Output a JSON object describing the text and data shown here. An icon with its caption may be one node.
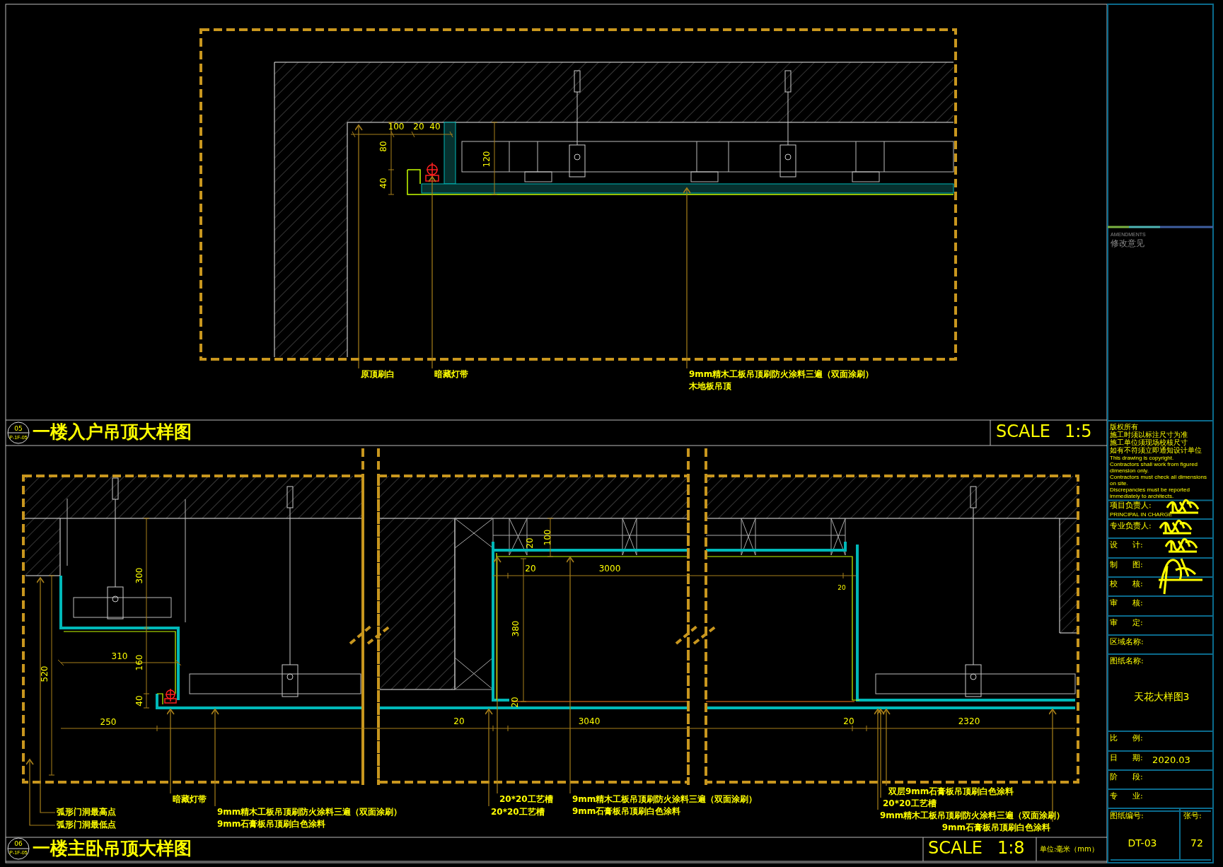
{
  "diagram": {
    "nodes": [
      {
        "text": [
          "原顶刷白"
        ]
      },
      {
        "text": [
          "暗藏灯带"
        ]
      },
      {
        "text": [
          "9mm精木工板吊顶刷防火涂料三遍（双面涂刷）",
          "木地板吊顶"
        ]
      },
      {
        "text": [
          "弧形门洞最高点"
        ]
      },
      {
        "text": [
          "弧形门洞最低点"
        ]
      },
      {
        "text": [
          "暗藏灯带"
        ]
      },
      {
        "text": [
          "9mm精木工板吊顶刷防火涂料三遍（双面涂刷）",
          "9mm石膏板吊顶刷白色涂料"
        ]
      },
      {
        "text": [
          "20*20工艺槽"
        ]
      },
      {
        "text": [
          "20*20工艺槽"
        ]
      },
      {
        "text": [
          "9mm精木工板吊顶刷防火涂料三遍（双面涂刷）",
          "9mm石膏板吊顶刷白色涂料"
        ]
      },
      {
        "text": [
          "双层9mm石膏板吊顶刷白色涂料"
        ]
      },
      {
        "text": [
          "20*20工艺槽"
        ]
      },
      {
        "text": [
          "9mm精木工板吊顶刷防火涂料三遍（双面涂刷）"
        ]
      },
      {
        "text": [
          "9mm石膏板吊顶刷白色涂料"
        ]
      }
    ],
    "edges": [
      {
        "from": 0,
        "to": null,
        "arrow": "to"
      },
      {
        "from": 1,
        "to": null,
        "arrow": "to"
      },
      {
        "from": 2,
        "to": null,
        "arrow": "to"
      },
      {
        "from": 3,
        "to": null,
        "arrow": "to"
      },
      {
        "from": 4,
        "to": null,
        "arrow": "to"
      },
      {
        "from": 5,
        "to": null,
        "arrow": "to"
      },
      {
        "from": 6,
        "to": null,
        "arrow": "to"
      },
      {
        "from": 7,
        "to": null,
        "arrow": "to"
      },
      {
        "from": 8,
        "to": null,
        "arrow": "to"
      },
      {
        "from": 9,
        "to": null,
        "arrow": "to"
      },
      {
        "from": 10,
        "to": null,
        "arrow": "to"
      },
      {
        "from": 11,
        "to": null,
        "arrow": "to"
      },
      {
        "from": 12,
        "to": null,
        "arrow": "to"
      },
      {
        "from": 13,
        "to": null,
        "arrow": "to"
      }
    ],
    "labels": [
      "100",
      "20",
      "40",
      "80",
      "40",
      "120",
      "05",
      "P-1F-05",
      "一楼入户吊顶大样图",
      "SCALE",
      "1:5",
      "300",
      "310",
      "160",
      "520",
      "40",
      "250",
      "100",
      "20",
      "20",
      "3000",
      "20",
      "380",
      "20",
      "20",
      "3040",
      "20",
      "2320",
      "06",
      "P-1F-05",
      "一楼主卧吊顶大样图",
      "SCALE",
      "1:8",
      "单位:毫米（mm）",
      "AMENDMENTS",
      "修改意见",
      "版权所有",
      "施工时须以标注尺寸为准",
      "施工单位须现场校核尺寸",
      "如有不符须立即通知设计单位",
      "This drawing is copyright.",
      "Contractors shall work from figured dimension only.",
      "Contractors must check all dimensions on site.",
      "Discrepancies must be reported immediately to architects.",
      "项目负责人:",
      "PRINCIPAL IN CHARGE",
      "专业负责人:",
      "设 计:",
      "制 图:",
      "校 核:",
      "审 核:",
      "审 定:",
      "区域名称:",
      "图纸名称:",
      "天花大样图3",
      "比 例:",
      "日 期:",
      "2020.03",
      "阶 段:",
      "专 业:",
      "图纸编号:",
      "DT-03",
      "张号:",
      "72"
    ]
  }
}
